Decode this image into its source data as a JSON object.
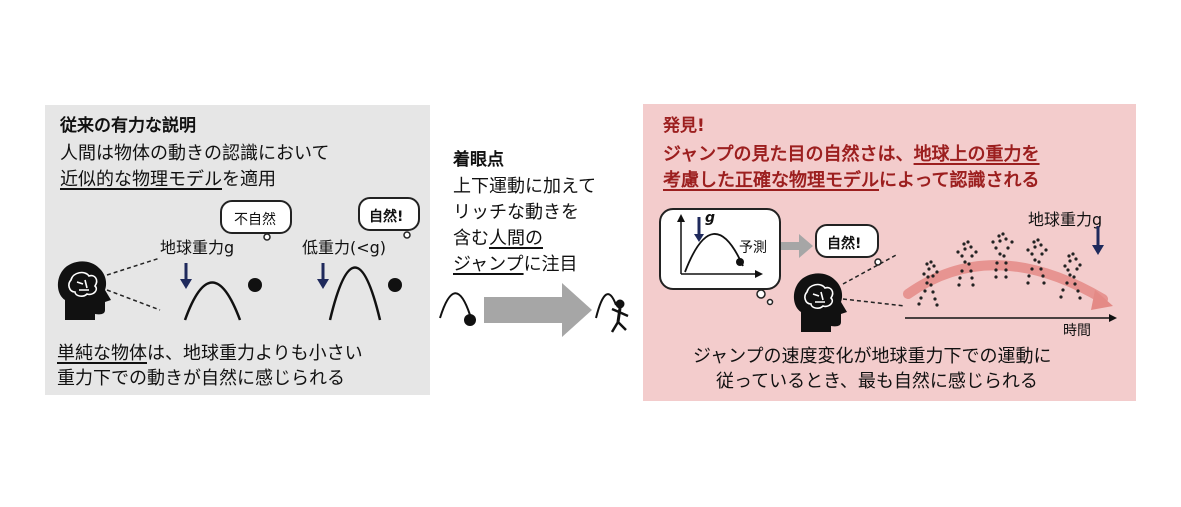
{
  "left": {
    "title": "従来の有力な説明",
    "desc_line1": "人間は物体の動きの認識において",
    "desc_line2_underlined": "近似的な物理モデル",
    "desc_line2_rest": "を適用",
    "bubble_unnatural": "不自然",
    "bubble_natural": "自然!",
    "label_earth_gravity": "地球重力g",
    "label_low_gravity": "低重力(<g)",
    "bottom_line1_underlined": "単純な物体",
    "bottom_line1_rest": "は、地球重力よりも小さい",
    "bottom_line2": "重力下での動きが自然に感じられる"
  },
  "middle": {
    "title": "着眼点",
    "line1": "上下運動に加えて",
    "line2": "リッチな動きを",
    "line3_prefix": "含む",
    "line3_underlined": "人間の",
    "line4_underlined": "ジャンプ",
    "line4_rest": "に注目"
  },
  "right": {
    "title": "発見!",
    "line1_prefix": "ジャンプの見た目の自然さは、",
    "line1_underlined": "地球上の重力を",
    "line2_underlined": "考慮した正確な物理モデル",
    "line2_rest": "によって認識される",
    "graph_g_label": "g",
    "prediction_label": "予測",
    "bubble_natural": "自然!",
    "earth_gravity_label": "地球重力g",
    "time_label": "時間",
    "bottom_line1": "ジャンプの速度変化が地球重力下での運動に",
    "bottom_line2": "従っているとき、最も自然に感じられる"
  },
  "colors": {
    "left_bg": "#e6e6e6",
    "right_bg": "#f3cccc",
    "dark_red_text": "#9c1f1f",
    "navy_arrow": "#1f2a5c",
    "gray_arrow": "#a6a6a6",
    "trajectory_pink": "#e48a86"
  },
  "icons": [
    "head-with-brain-icon",
    "down-arrow-icon",
    "big-right-arrow-icon",
    "jumping-person-icon",
    "dotted-figure-icon"
  ]
}
